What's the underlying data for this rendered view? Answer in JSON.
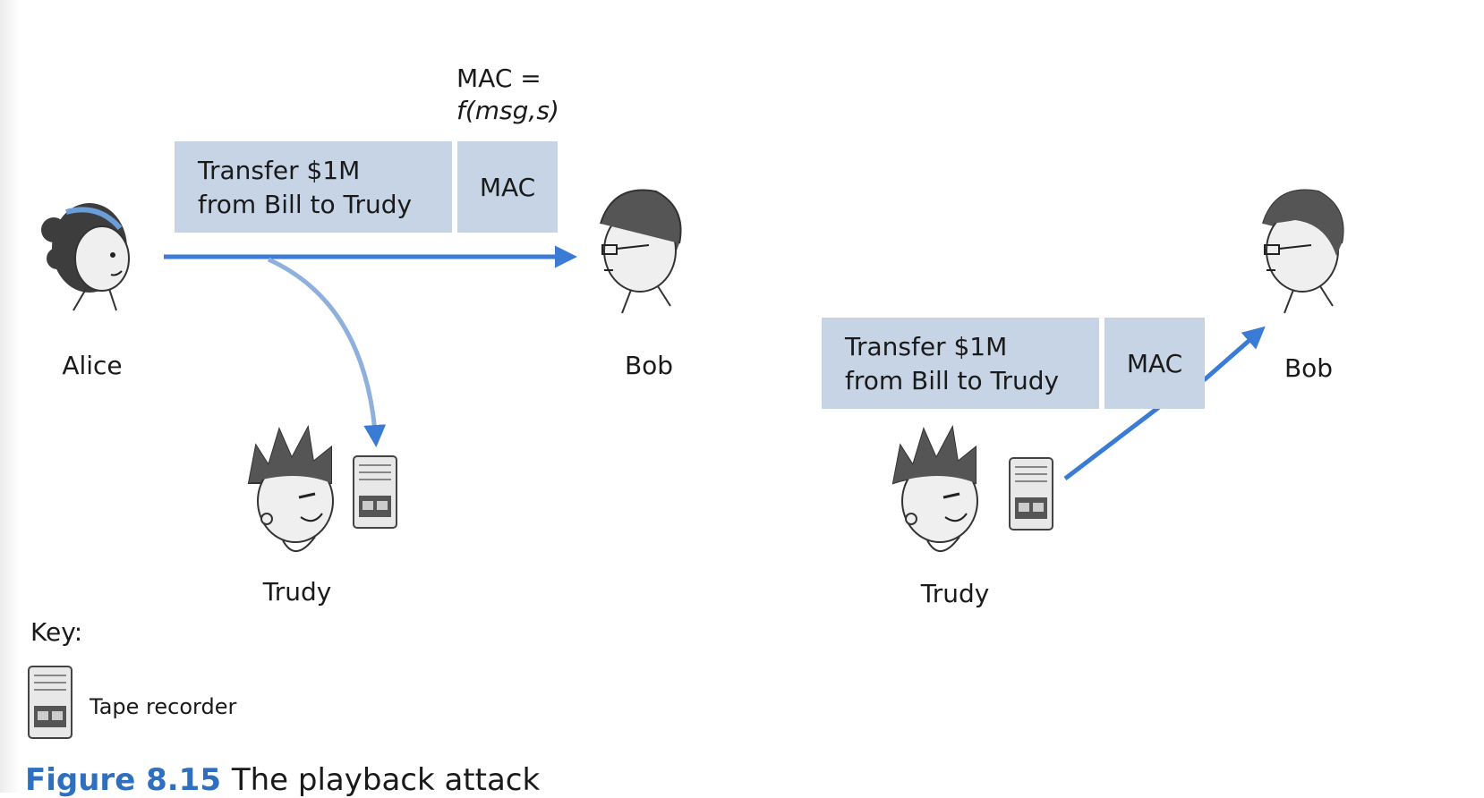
{
  "people": {
    "alice": "Alice",
    "bob_1": "Bob",
    "bob_2": "Bob",
    "trudy_1": "Trudy",
    "trudy_2": "Trudy"
  },
  "message_1": {
    "line1": "Transfer $1M",
    "line2": "from Bill to Trudy",
    "mac": "MAC"
  },
  "mac_formula": {
    "line1": "MAC =",
    "line2": "f(msg,s)"
  },
  "message_2": {
    "line1": "Transfer $1M",
    "line2": "from Bill to Trudy",
    "mac": "MAC"
  },
  "key": {
    "title": "Key:",
    "tape_recorder": "Tape recorder"
  },
  "caption": {
    "figure": "Figure 8.15",
    "text": "The playback attack"
  },
  "colors": {
    "arrow": "#3a7bd5",
    "box": "#c7d4e6",
    "caption": "#2e6fc0"
  },
  "icons": {
    "person": "person-sketch-icon",
    "recorder": "tape-recorder-icon"
  }
}
